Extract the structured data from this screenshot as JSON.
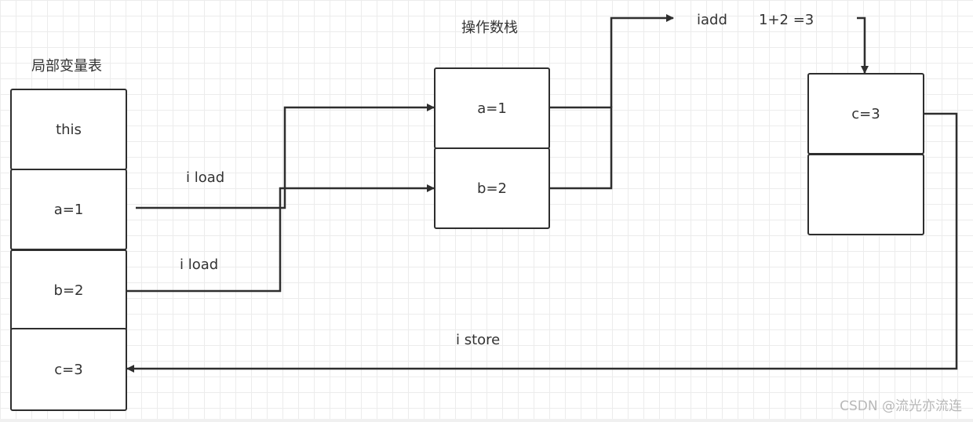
{
  "local_vars": {
    "title": "局部变量表",
    "slots": [
      "this",
      "a=1",
      "b=2",
      "c=3"
    ]
  },
  "operand_stack": {
    "title": "操作数栈",
    "slots": [
      "a=1",
      "b=2"
    ]
  },
  "result_stack": {
    "slots": [
      "c=3",
      ""
    ]
  },
  "edges": {
    "load_a": "i load",
    "load_b": "i load",
    "add_op": "iadd",
    "add_expr": "1+2 =3",
    "store": "i store"
  },
  "watermark": "CSDN @流光亦流连"
}
